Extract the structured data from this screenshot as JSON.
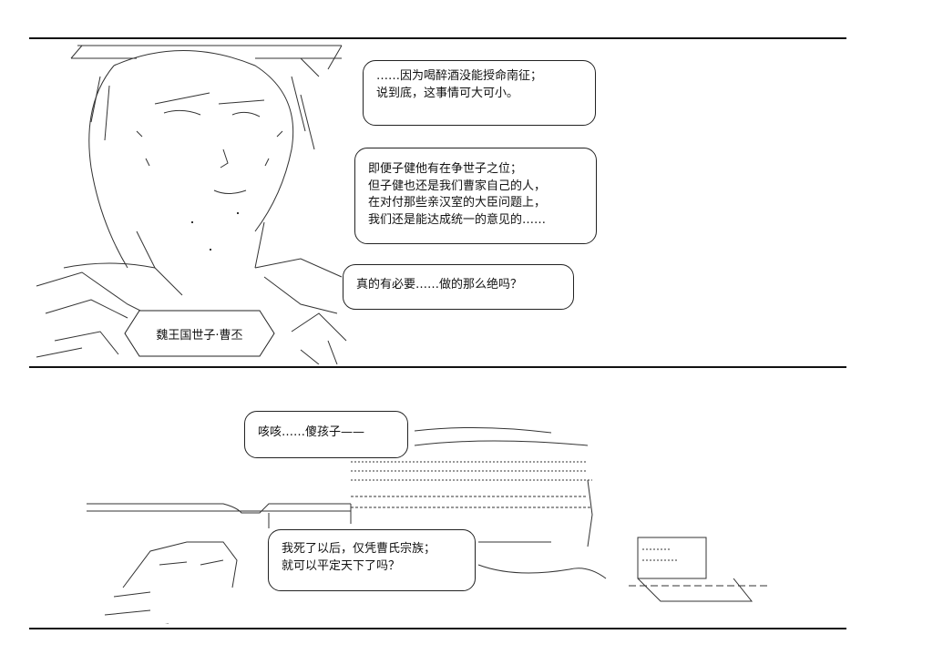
{
  "panel1": {
    "bubbles": [
      {
        "lines": [
          "……因为喝醉酒没能授命南征；",
          "说到底，这事情可大可小。"
        ]
      },
      {
        "lines": [
          "即便子健他有在争世子之位；",
          "但子健也还是我们曹家自己的人，",
          "在对付那些亲汉室的大臣问题上，",
          "我们还是能达成统一的意见的……"
        ]
      },
      {
        "lines": [
          "真的有必要……做的那么绝吗？"
        ]
      }
    ],
    "caption": "魏王国世子·曹丕"
  },
  "panel2": {
    "bubbles": [
      {
        "lines": [
          "咳咳……傻孩子——"
        ]
      },
      {
        "lines": [
          "我死了以后，仅凭曹氏宗族；",
          "就可以平定天下了吗？"
        ]
      }
    ]
  }
}
